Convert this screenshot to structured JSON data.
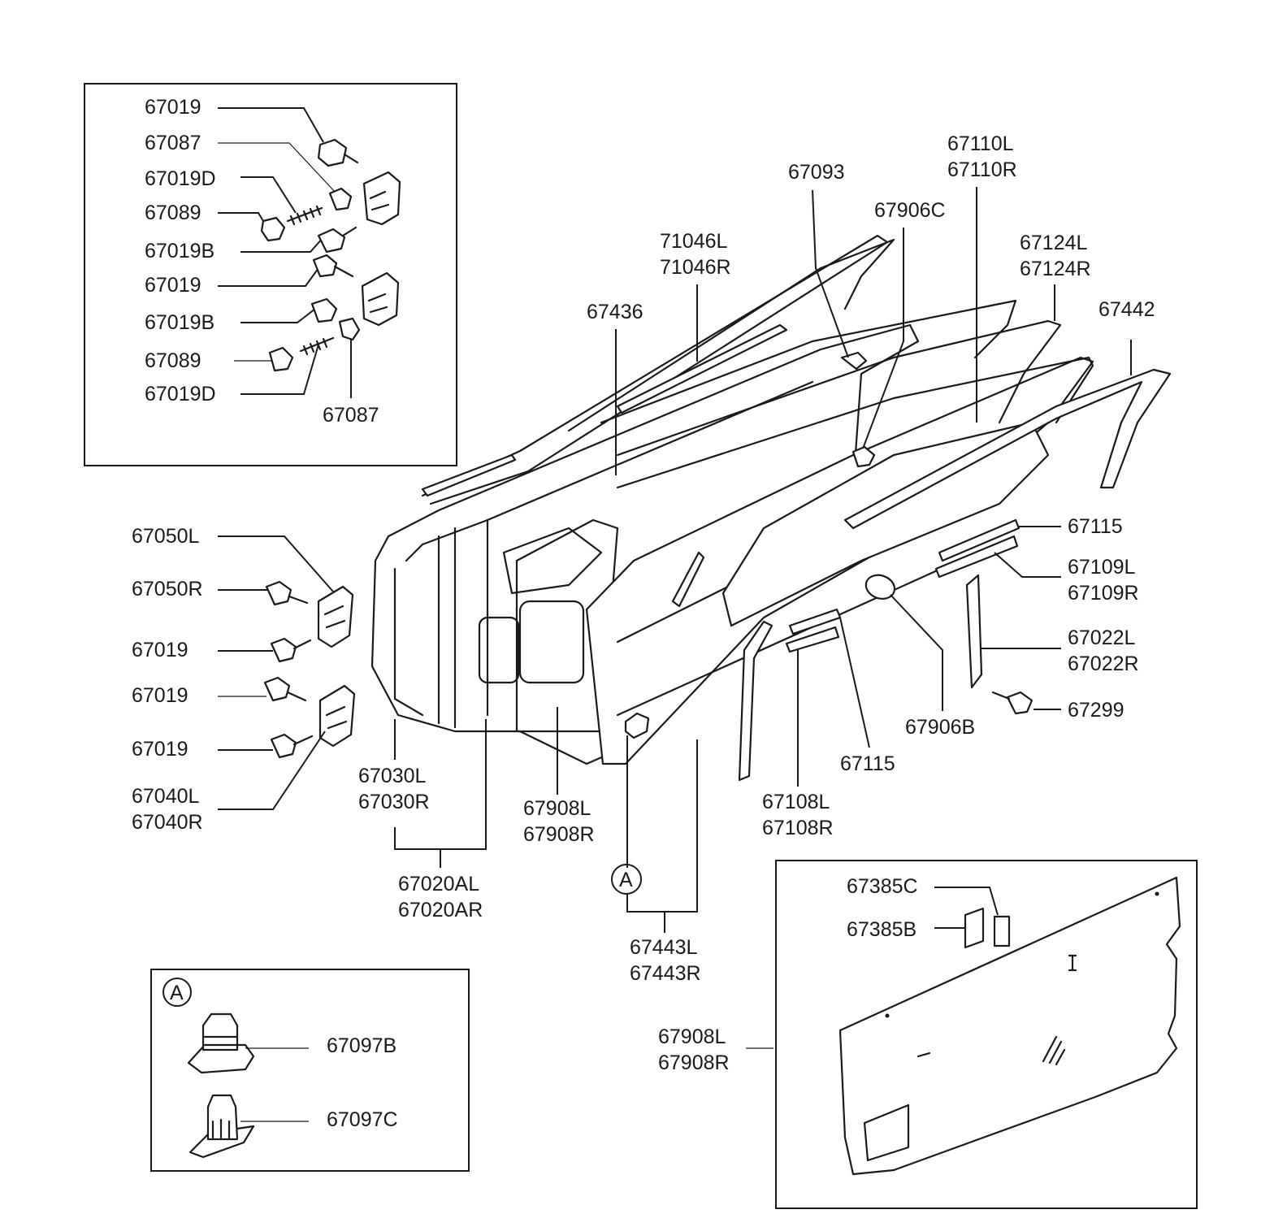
{
  "inset_hinge": {
    "labels": [
      "67019",
      "67087",
      "67019D",
      "67089",
      "67019B",
      "67019",
      "67019B",
      "67089",
      "67019D",
      "67087"
    ]
  },
  "door_labels": {
    "p67050L": "67050L",
    "p67050R": "67050R",
    "p67019_a": "67019",
    "p67019_b": "67019",
    "p67019_c": "67019",
    "p67040L": "67040L",
    "p67040R": "67040R",
    "p67030L": "67030L",
    "p67030R": "67030R",
    "p67020AL": "67020AL",
    "p67020AR": "67020AR",
    "p67908L": "67908L",
    "p67908R": "67908R",
    "p67443L": "67443L",
    "p67443R": "67443R",
    "p67108L": "67108L",
    "p67108R": "67108R",
    "p67115_lower": "67115",
    "p67906B": "67906B",
    "p67299": "67299",
    "p67022L": "67022L",
    "p67022R": "67022R",
    "p67109L": "67109L",
    "p67109R": "67109R",
    "p67115_upper": "67115",
    "p67442": "67442",
    "p67124L": "67124L",
    "p67124R": "67124R",
    "p67110L": "67110L",
    "p67110R": "67110R",
    "p67906C": "67906C",
    "p67093": "67093",
    "p71046L": "71046L",
    "p71046R": "71046R",
    "p67436": "67436"
  },
  "callout_marker": "A",
  "inset_clip": {
    "marker": "A",
    "labels": [
      "67097B",
      "67097C"
    ]
  },
  "inset_trim": {
    "labels": [
      "67385C",
      "67385B"
    ],
    "panel_label_l": "67908L",
    "panel_label_r": "67908R"
  }
}
